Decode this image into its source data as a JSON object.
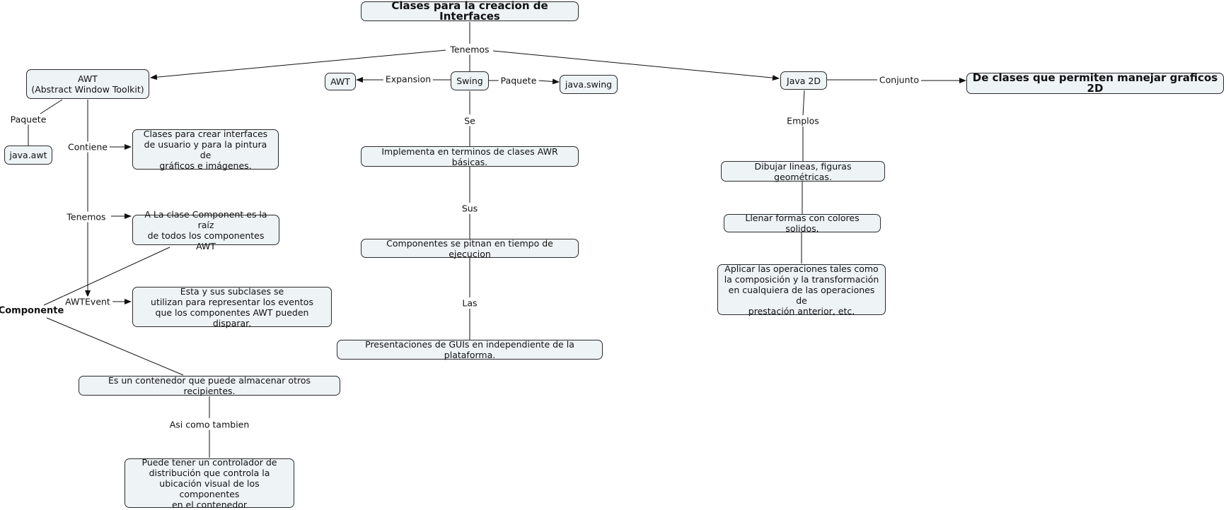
{
  "nodes": {
    "title": "Clases para la creacion de Interfaces",
    "awt_main": "AWT\n(Abstract Window Toolkit)",
    "awt_small": "AWT",
    "swing": "Swing",
    "java_swing": "java.swing",
    "java2d": "Java 2D",
    "graficos2d": "De clases que permiten manejar graficos 2D",
    "java_awt": "java.awt",
    "clases_crear": "Clases para crear interfaces\nde usuario y para la pintura de\ngráficos e imágenes.",
    "clase_component": "A La clase Component es la raíz\nde todos los componentes AWT",
    "esta_subclases": "Esta y sus subclases se\nutilizan para representar los eventos\nque los componentes AWT pueden disparar.",
    "contenedor": "Es un contenedor que puede almacenar otros recipientes.",
    "controlador": "Puede tener un controlador de\ndistribución que controla la\nubicación visual de los componentes\nen el contenedor",
    "implementa": "Implementa en terminos de clases AWR básicas.",
    "componentes_pintan": "Componentes se pitnan en tiempo de ejecucion",
    "presentaciones": "Presentaciones de GUIs en independiente de la plataforma.",
    "dibujar": "Dibujar lineas, figuras geométricas.",
    "llenar": "Llenar formas con colores solidos.",
    "aplicar": "Aplicar las operaciones tales como\nla composición y la transformación\nen cualquiera de las operaciones de\nprestación anterior, etc.",
    "componente": "Componente"
  },
  "links": {
    "tenemos_top": "Tenemos",
    "expansion": "Expansion",
    "paquete_swing": "Paquete",
    "conjunto": "Conjunto",
    "paquete_awt": "Paquete",
    "contiene": "Contiene",
    "tenemos_awt": "Tenemos",
    "awtevent": "AWTEvent",
    "se": "Se",
    "sus": "Sus",
    "las": "Las",
    "emplos": "Emplos",
    "asi_como": "Asi como tambien"
  }
}
